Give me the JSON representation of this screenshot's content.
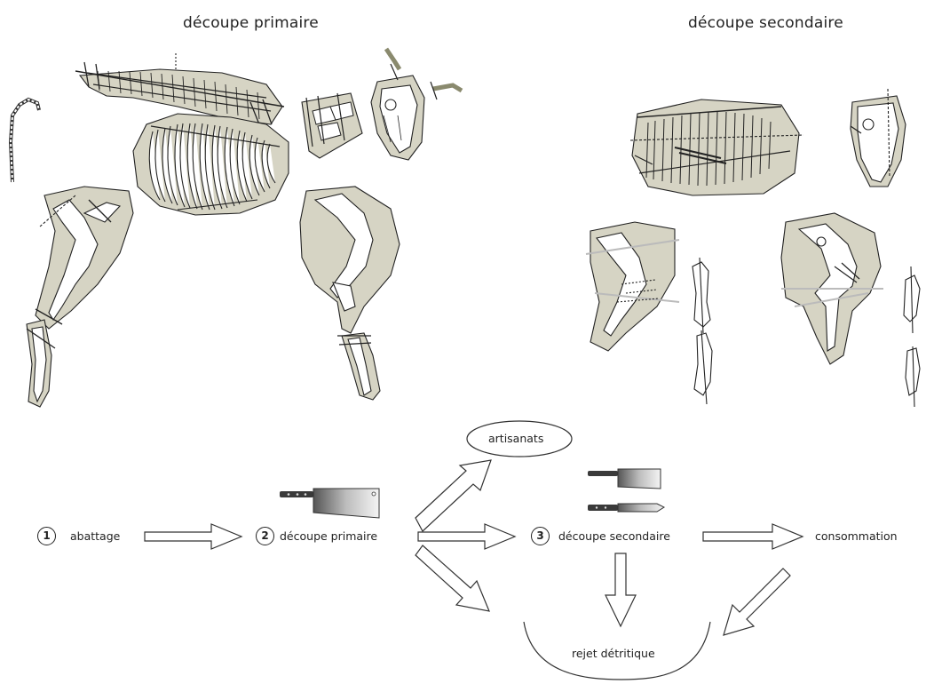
{
  "titles": {
    "primary": "découpe primaire",
    "secondary": "découpe secondaire"
  },
  "flow": {
    "step1": {
      "number": "1",
      "label": "abattage"
    },
    "step2": {
      "number": "2",
      "label": "découpe primaire"
    },
    "step3": {
      "number": "3",
      "label": "découpe secondaire"
    },
    "crafts": "artisanats",
    "consumption": "consommation",
    "discard": "rejet détritique"
  },
  "colors": {
    "meat_fill": "#d6d4c4",
    "bone_fill": "#ffffff",
    "line": "#222222",
    "horn": "#8a8a6e"
  }
}
